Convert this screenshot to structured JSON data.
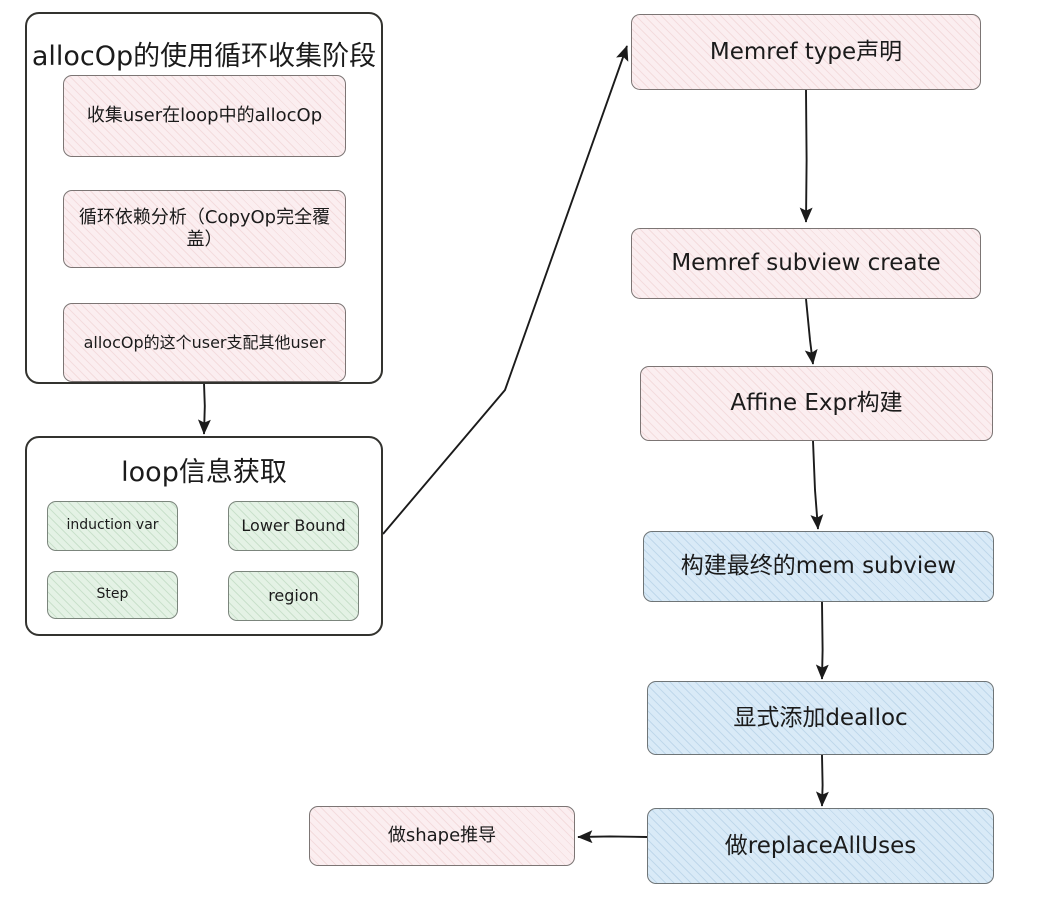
{
  "diagram": {
    "type": "flowchart",
    "style": "hand-drawn",
    "colors": {
      "pink_fill": "#fbeef0",
      "blue_fill": "#d9eaf7",
      "green_fill": "#e4f2e5",
      "container_border": "#33332f",
      "arrow": "#1b1b1b"
    }
  },
  "groups": {
    "alloc_stage": {
      "title": "allocOp的使用循环收集阶段",
      "items": [
        {
          "label": "收集user在loop中的allocOp"
        },
        {
          "label": "循环依赖分析（CopyOp完全覆盖）"
        },
        {
          "label": "allocOp的这个user支配其他user"
        }
      ]
    },
    "loop_info": {
      "title": "loop信息获取",
      "items": [
        {
          "label": "induction var"
        },
        {
          "label": "Lower Bound"
        },
        {
          "label": "Step"
        },
        {
          "label": "region"
        }
      ]
    }
  },
  "pipeline": {
    "steps": [
      {
        "label": "Memref type声明",
        "fill": "pink"
      },
      {
        "label": "Memref subview create",
        "fill": "pink"
      },
      {
        "label": "Affine Expr构建",
        "fill": "pink"
      },
      {
        "label": "构建最终的mem subview",
        "fill": "blue"
      },
      {
        "label": "显式添加dealloc",
        "fill": "blue"
      },
      {
        "label": "做replaceAllUses",
        "fill": "blue"
      }
    ],
    "branch": {
      "label": "做shape推导",
      "fill": "pink"
    }
  },
  "edges": [
    {
      "from": "allocOp的这个user支配其他user",
      "to": "loop信息获取"
    },
    {
      "from": "loop信息获取",
      "to": "Memref type声明"
    },
    {
      "from": "Memref type声明",
      "to": "Memref subview create"
    },
    {
      "from": "Memref subview create",
      "to": "Affine Expr构建"
    },
    {
      "from": "Affine Expr构建",
      "to": "构建最终的mem subview"
    },
    {
      "from": "构建最终的mem subview",
      "to": "显式添加dealloc"
    },
    {
      "from": "显式添加dealloc",
      "to": "做replaceAllUses"
    },
    {
      "from": "做replaceAllUses",
      "to": "做shape推导"
    }
  ]
}
